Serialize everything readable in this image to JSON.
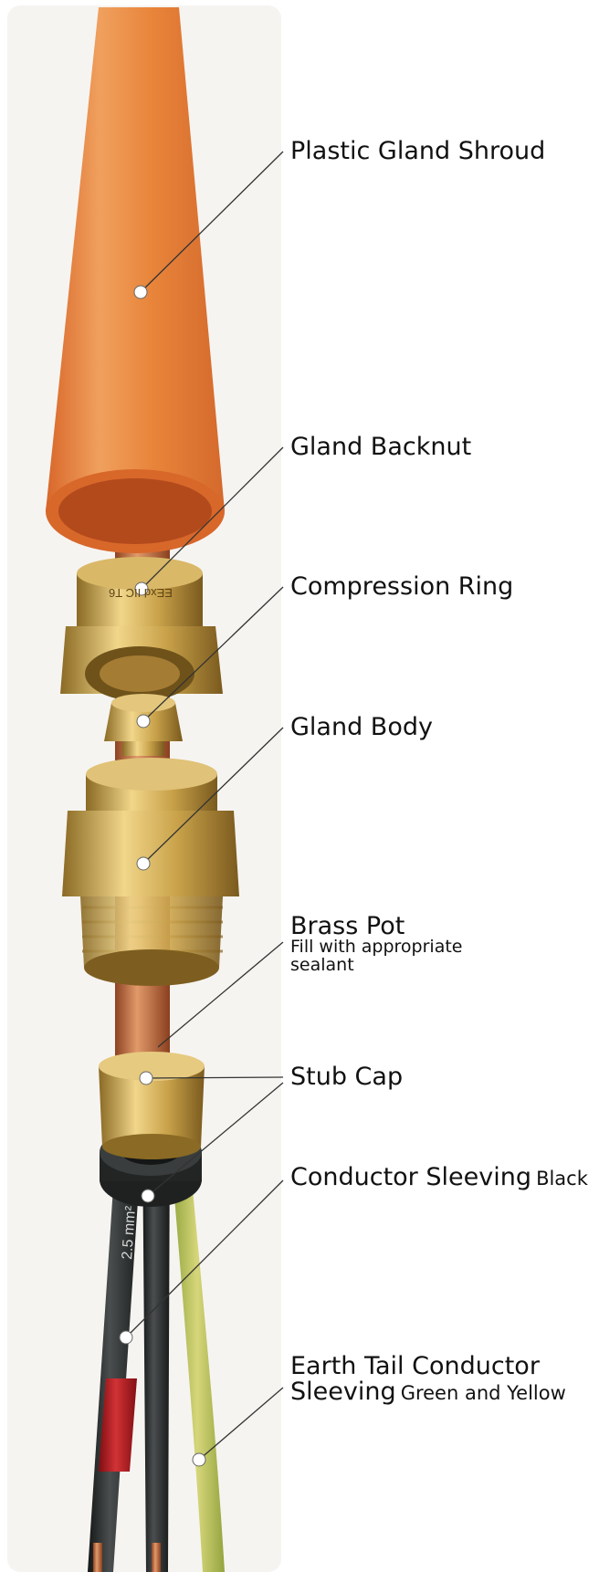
{
  "labels": {
    "shroud": "Plastic Gland Shroud",
    "backnut": "Gland Backnut",
    "compression_ring": "Compression Ring",
    "gland_body": "Gland Body",
    "brass_pot": "Brass Pot",
    "brass_pot_note_1": "Fill with appropriate",
    "brass_pot_note_2": "sealant",
    "stub_cap": "Stub Cap",
    "conductor_sleeving": "Conductor Sleeving",
    "conductor_sleeving_color": "Black",
    "earth_tail_1": "Earth Tail Conductor",
    "earth_tail_2": "Sleeving",
    "earth_tail_color": "Green and Yellow"
  },
  "engraving": "EExd IIC T6",
  "cable_marking": "2.5 mm²",
  "colors": {
    "shroud": "#e8843a",
    "brass": "#c9a24a",
    "copper": "#c56a3a",
    "sleeve_black": "#2a2c2c",
    "sleeve_red": "#b3161b",
    "sleeve_green_yellow": "#b9c65a",
    "leader_line": "#333333"
  }
}
